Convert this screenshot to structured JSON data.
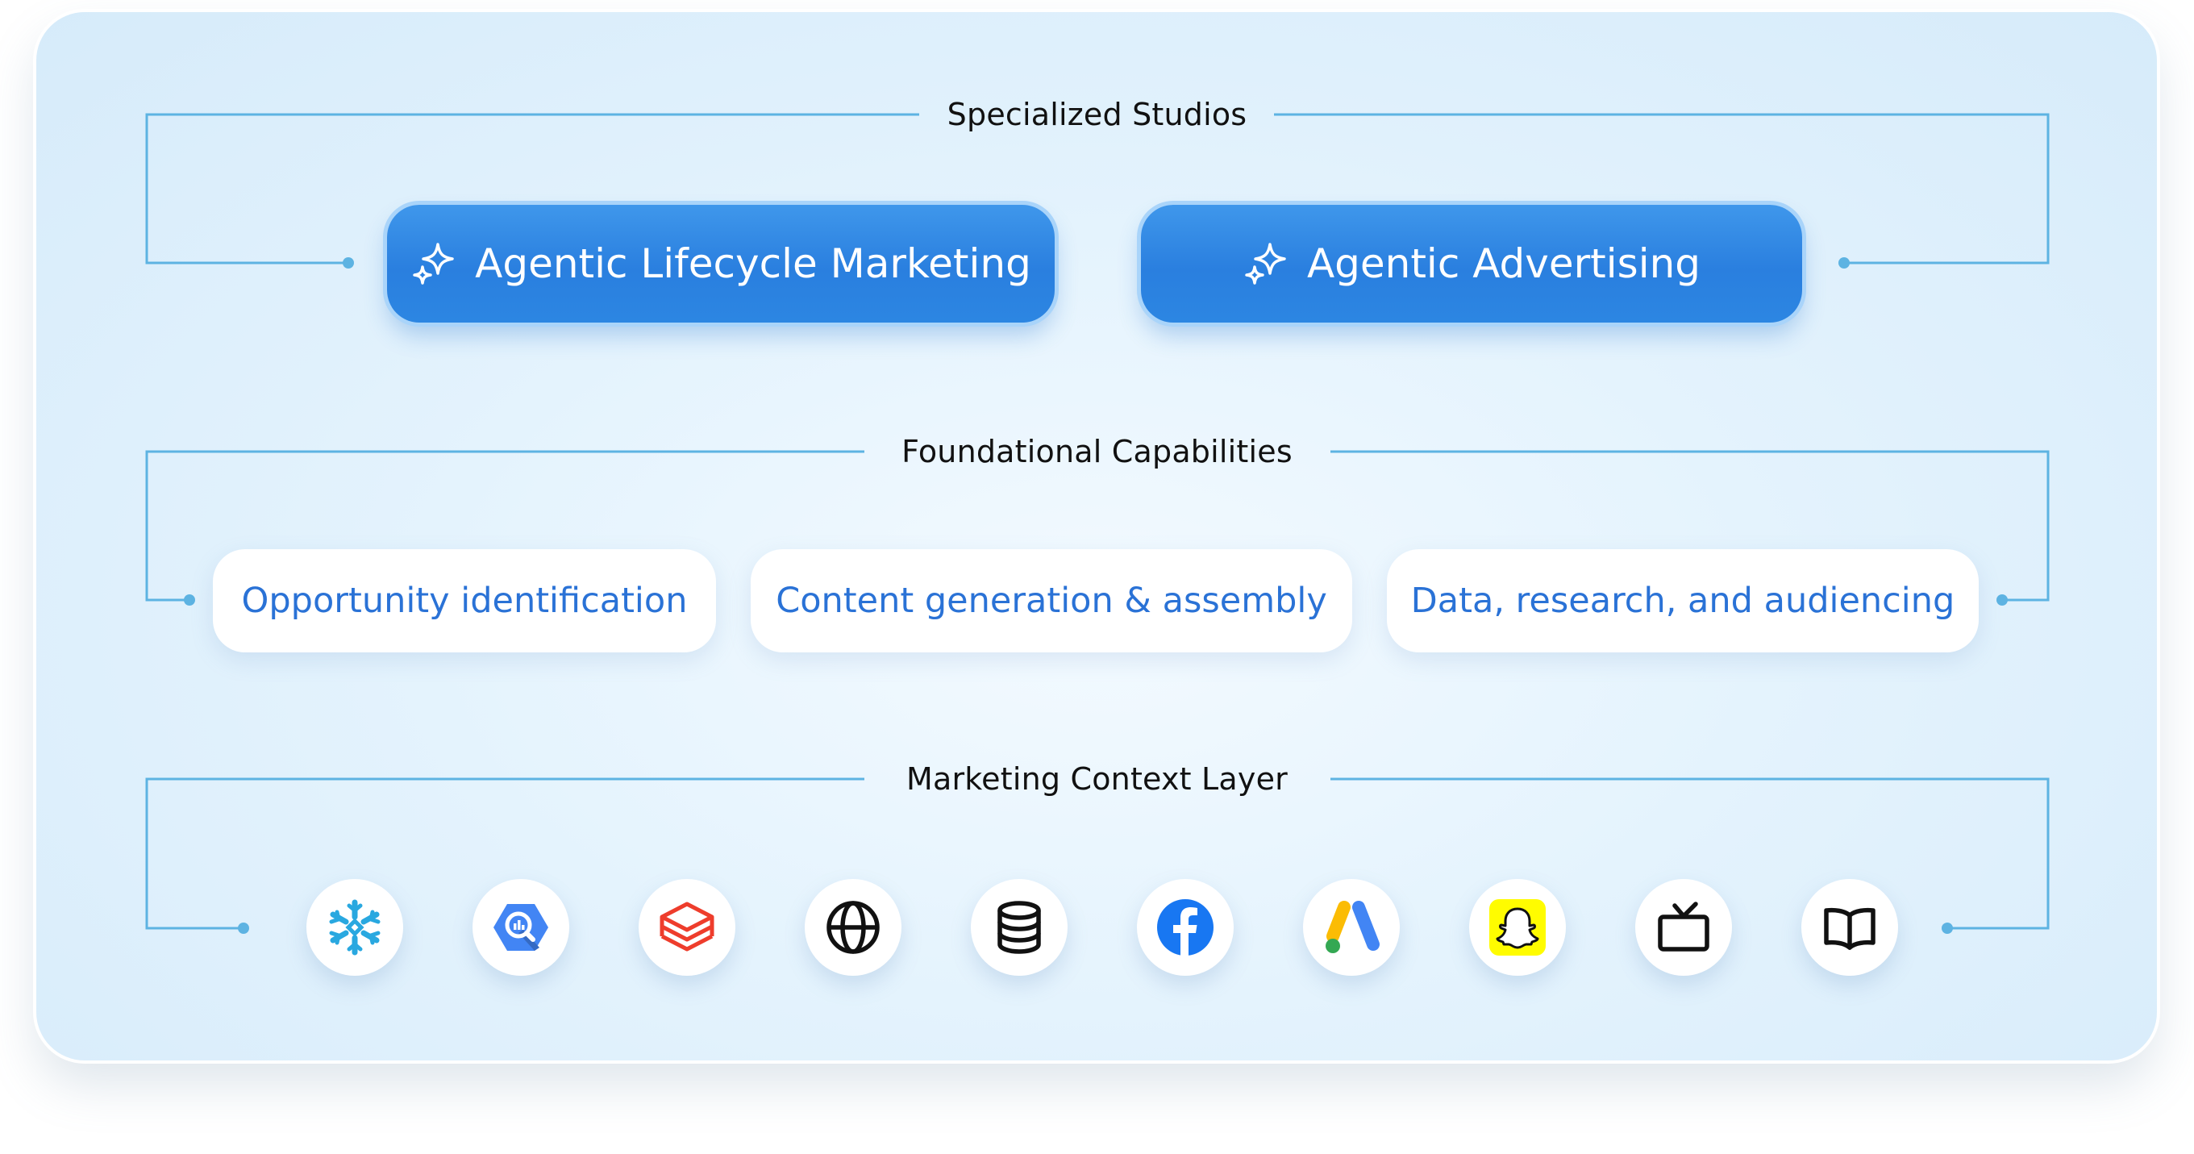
{
  "sections": {
    "studios_title": "Specialized Studios",
    "capabilities_title": "Foundational Capabilities",
    "context_title": "Marketing Context Layer"
  },
  "studios": [
    {
      "label": "Agentic Lifecycle Marketing",
      "icon": "sparkle-icon"
    },
    {
      "label": "Agentic Advertising",
      "icon": "sparkle-icon"
    }
  ],
  "capabilities": [
    {
      "label": "Opportunity identification"
    },
    {
      "label": "Content generation & assembly"
    },
    {
      "label": "Data, research, and audiencing"
    }
  ],
  "data_sources": [
    {
      "icon": "snowflake-icon"
    },
    {
      "icon": "bigquery-icon"
    },
    {
      "icon": "databricks-icon"
    },
    {
      "icon": "globe-icon"
    },
    {
      "icon": "database-icon"
    },
    {
      "icon": "facebook-icon"
    },
    {
      "icon": "google-ads-icon"
    },
    {
      "icon": "snapchat-icon"
    },
    {
      "icon": "tv-icon"
    },
    {
      "icon": "book-icon"
    }
  ],
  "colors": {
    "connector_line": "#5db3e2",
    "studio_fill": "#2f86e3",
    "capability_text": "#2a72d6",
    "background": "#e4f3fd"
  }
}
